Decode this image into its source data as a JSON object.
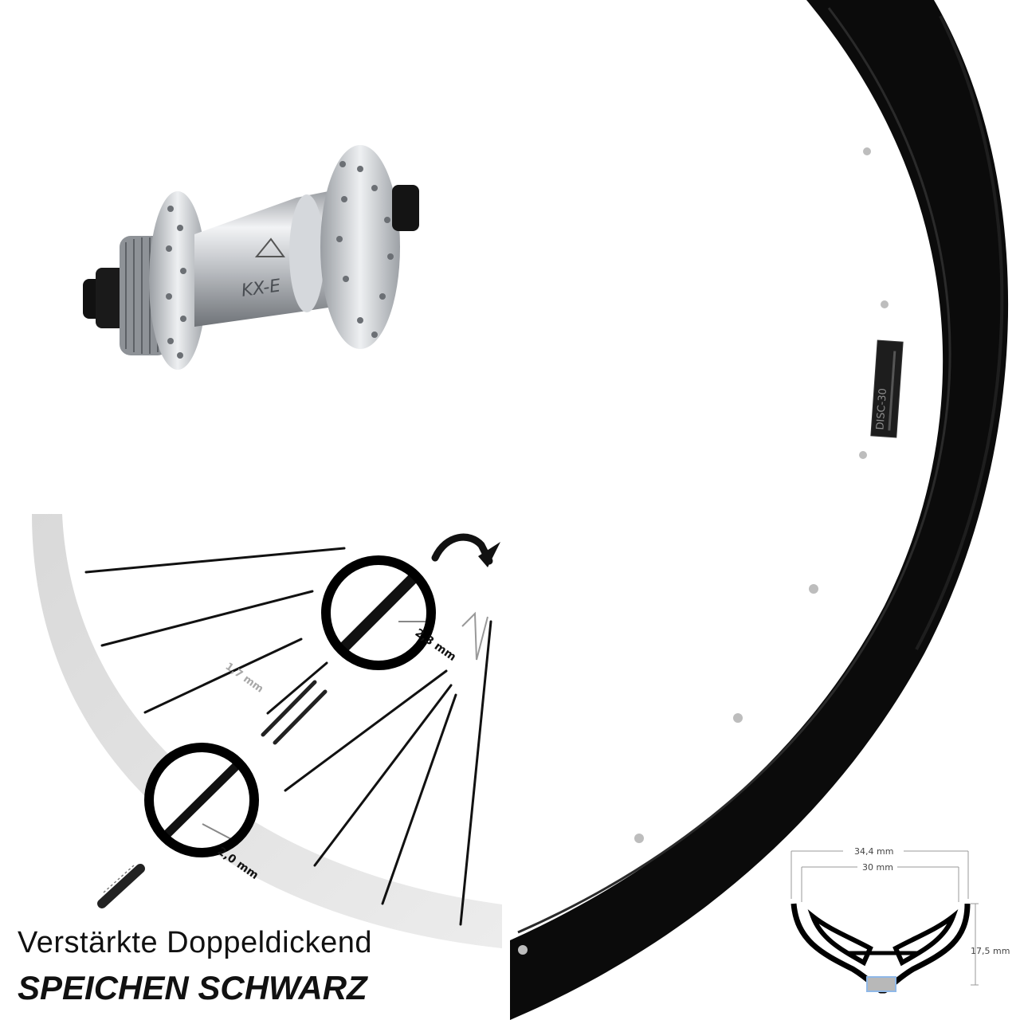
{
  "caption": {
    "line1": "Verstärkte Doppeldickend",
    "line2": "SPEICHEN SCHWARZ"
  },
  "spoke_diagram": {
    "thick_end": "2,3 mm",
    "middle": "1,7 mm",
    "thin_end": "2,0 mm"
  },
  "rim_profile": {
    "outer_width": "34,4 mm",
    "inner_width": "30 mm",
    "height": "17,5 mm"
  },
  "hub": {
    "brand_mark": "KX-E"
  },
  "rim": {
    "decal_text": "DISC-30"
  },
  "colors": {
    "rim": "#0b0b0b",
    "hub": "#c9ccd0",
    "profile_accent": "#8fb8e8"
  }
}
